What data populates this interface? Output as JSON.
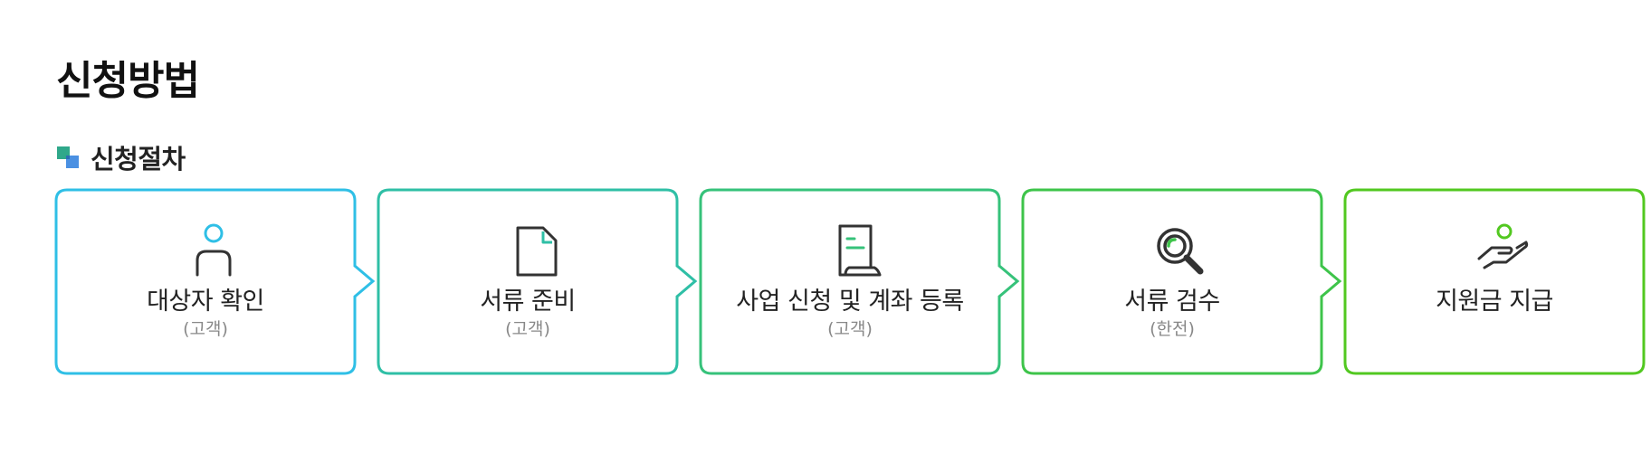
{
  "page": {
    "title": "신청방법"
  },
  "section": {
    "title": "신청절차",
    "bullet_icon": "two-squares-bullet-icon"
  },
  "colors": {
    "step_borders": [
      "#2fbfe6",
      "#2fbfa6",
      "#36c27a",
      "#3ec44a",
      "#52c820"
    ],
    "icon_accent": [
      "#2fbfe6",
      "#2fbfa6",
      "#36c27a",
      "#3ec44a",
      "#52c820"
    ],
    "icon_dark": "#333333"
  },
  "steps": [
    {
      "label": "대상자 확인",
      "sub": "(고객)",
      "icon": "person-icon"
    },
    {
      "label": "서류 준비",
      "sub": "(고객)",
      "icon": "document-icon"
    },
    {
      "label": "사업 신청 및 계좌 등록",
      "sub": "(고객)",
      "icon": "scroll-icon"
    },
    {
      "label": "서류 검수",
      "sub": "(한전)",
      "icon": "magnifier-icon"
    },
    {
      "label": "지원금 지급",
      "sub": "",
      "icon": "hand-money-icon"
    }
  ]
}
